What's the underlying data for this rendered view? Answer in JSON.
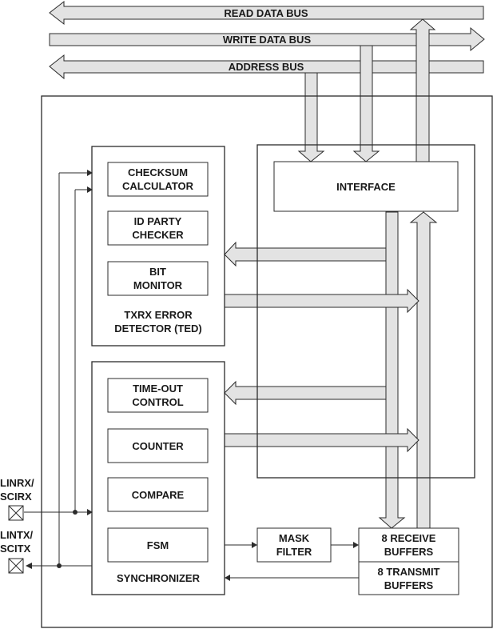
{
  "buses": {
    "read": "READ DATA BUS",
    "write": "WRITE DATA BUS",
    "address": "ADDRESS BUS"
  },
  "blocks": {
    "interface": "INTERFACE",
    "checksum": "CHECKSUM\nCALCULATOR",
    "id_parity": "ID PARTY\nCHECKER",
    "bit_monitor": "BIT\nMONITOR",
    "ted_title": "TXRX ERROR\nDETECTOR (TED)",
    "timeout": "TIME-OUT\nCONTROL",
    "counter": "COUNTER",
    "compare": "COMPARE",
    "fsm": "FSM",
    "sync_title": "SYNCHRONIZER",
    "mask_filter": "MASK\nFILTER",
    "receive_buffers": "8 RECEIVE\nBUFFERS",
    "transmit_buffers": "8 TRANSMIT\nBUFFERS"
  },
  "pins": {
    "rx": "LINRX/\nSCIRX",
    "tx": "LINTX/\nSCITX"
  },
  "colors": {
    "arrow_fill": "#e3e3e3",
    "stroke": "#2b2b2b"
  }
}
